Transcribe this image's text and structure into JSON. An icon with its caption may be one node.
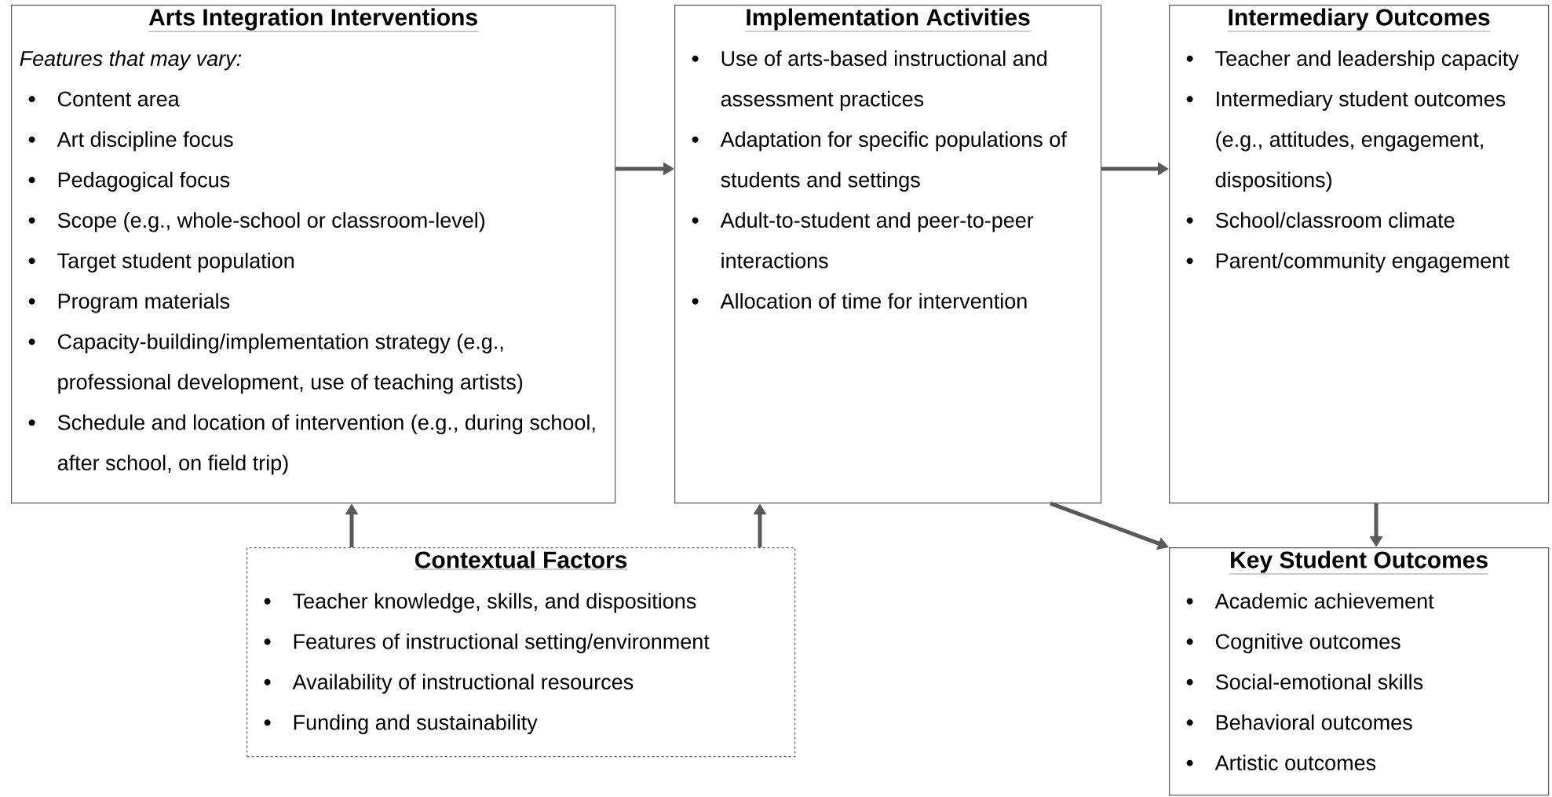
{
  "diagram": {
    "nodes": [
      {
        "text": [
          "Arts Integration Interventions",
          "Features that may vary:",
          "Content area",
          "Art discipline focus",
          "Pedagogical focus",
          "Scope (e.g., whole-school or classroom-level)",
          "Target student population",
          "Program materials",
          "Capacity-building/implementation strategy (e.g., professional development, use of teaching artists)",
          "Schedule and location of intervention (e.g., during school, after school, on field trip)"
        ]
      },
      {
        "text": [
          "Implementation Activities",
          "Use of arts-based instructional and assessment practices",
          "Adaptation for specific populations of students and settings",
          "Adult-to-student and peer-to-peer interactions",
          "Allocation of time for intervention"
        ]
      },
      {
        "text": [
          "Intermediary Outcomes",
          "Teacher and leadership capacity",
          "Intermediary student outcomes (e.g., attitudes, engagement, dispositions)",
          "School/classroom climate",
          "Parent/community engagement"
        ]
      },
      {
        "text": [
          "Contextual Factors",
          "Teacher knowledge, skills, and dispositions",
          "Features of instructional setting/environment",
          "Availability of instructional resources",
          "Funding and sustainability"
        ]
      },
      {
        "text": [
          "Key Student Outcomes",
          "Academic achievement",
          "Cognitive outcomes",
          "Social-emotional skills",
          "Behavioral outcomes",
          "Artistic outcomes"
        ]
      }
    ],
    "edges": [
      {
        "from": 0,
        "to": 1,
        "arrow": "to"
      },
      {
        "from": 1,
        "to": 2,
        "arrow": "to"
      },
      {
        "from": 3,
        "to": 0,
        "arrow": "to"
      },
      {
        "from": 3,
        "to": 1,
        "arrow": "to"
      },
      {
        "from": 1,
        "to": 4,
        "arrow": "to"
      },
      {
        "from": 2,
        "to": 4,
        "arrow": "to"
      }
    ]
  }
}
